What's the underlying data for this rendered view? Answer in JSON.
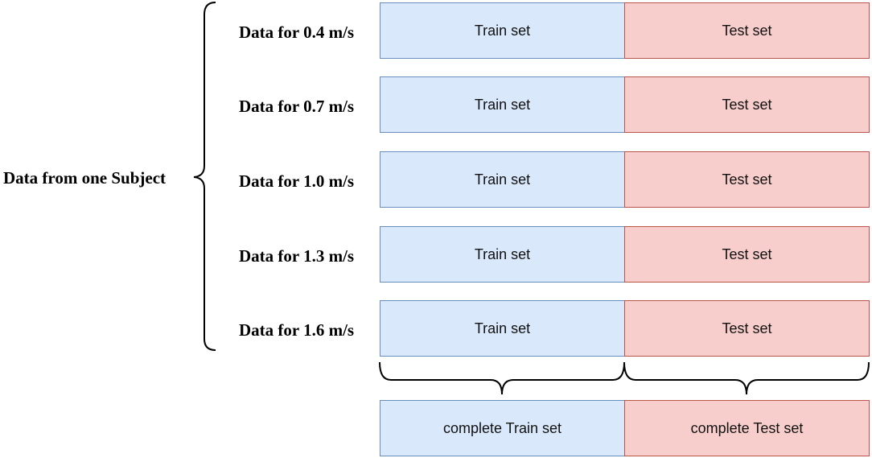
{
  "subject": {
    "label": "Data from one Subject"
  },
  "rows": [
    {
      "label": "Data for 0.4 m/s",
      "train": "Train set",
      "test": "Test set"
    },
    {
      "label": "Data for 0.7 m/s",
      "train": "Train set",
      "test": "Test set"
    },
    {
      "label": "Data for 1.0 m/s",
      "train": "Train set",
      "test": "Test set"
    },
    {
      "label": "Data for 1.3 m/s",
      "train": "Train set",
      "test": "Test set"
    },
    {
      "label": "Data for 1.6 m/s",
      "train": "Train set",
      "test": "Test set"
    }
  ],
  "complete": {
    "train": "complete Train set",
    "test": "complete Test set"
  },
  "colors": {
    "train_fill": "#dae8fc",
    "train_border": "#6c8ebf",
    "test_fill": "#f8cecc",
    "test_border": "#b85450"
  }
}
